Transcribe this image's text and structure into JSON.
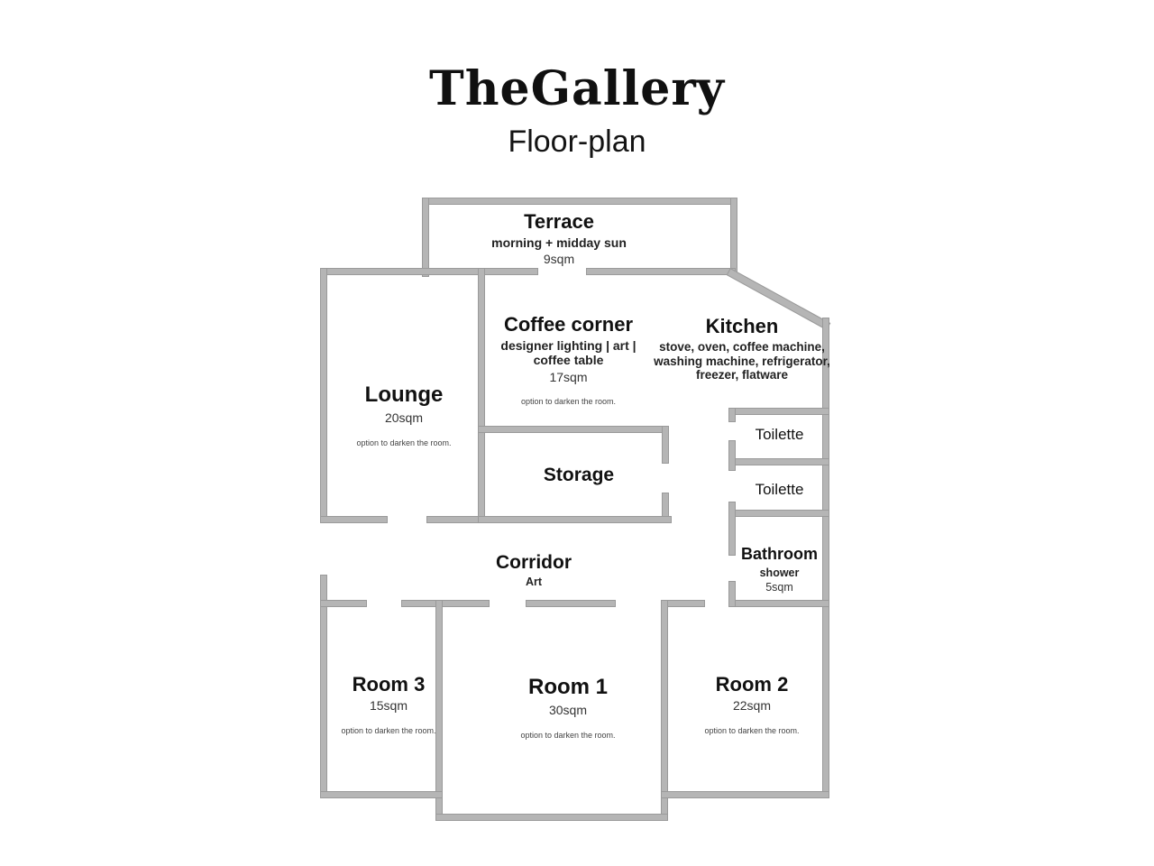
{
  "header": {
    "title": "TheGallery",
    "subtitle": "Floor-plan"
  },
  "rooms": {
    "terrace": {
      "name": "Terrace",
      "features": "morning + midday sun",
      "area": "9sqm"
    },
    "coffee_corner": {
      "name": "Coffee corner",
      "features": [
        "designer lighting | art |",
        "coffee table"
      ],
      "area": "17sqm",
      "note": "option to darken the room."
    },
    "kitchen": {
      "name": "Kitchen",
      "features": [
        "stove, oven, coffee machine,",
        "washing machine, refrigerator,",
        "freezer, flatware"
      ]
    },
    "lounge": {
      "name": "Lounge",
      "area": "20sqm",
      "note": "option to darken the room."
    },
    "storage": {
      "name": "Storage"
    },
    "toilette_1": {
      "name": "Toilette"
    },
    "toilette_2": {
      "name": "Toilette"
    },
    "bathroom": {
      "name": "Bathroom",
      "features": "shower",
      "area": "5sqm"
    },
    "corridor": {
      "name": "Corridor",
      "features": "Art"
    },
    "room_3": {
      "name": "Room 3",
      "area": "15sqm",
      "note": "option to darken the room."
    },
    "room_1": {
      "name": "Room 1",
      "area": "30sqm",
      "note": "option to darken the room."
    },
    "room_2": {
      "name": "Room 2",
      "area": "22sqm",
      "note": "option to darken the room."
    }
  },
  "colors": {
    "background": "#ffffff",
    "wall": "#b5b5b5",
    "wall_edge": "#9a9a9a",
    "text": "#1a1a1a"
  }
}
